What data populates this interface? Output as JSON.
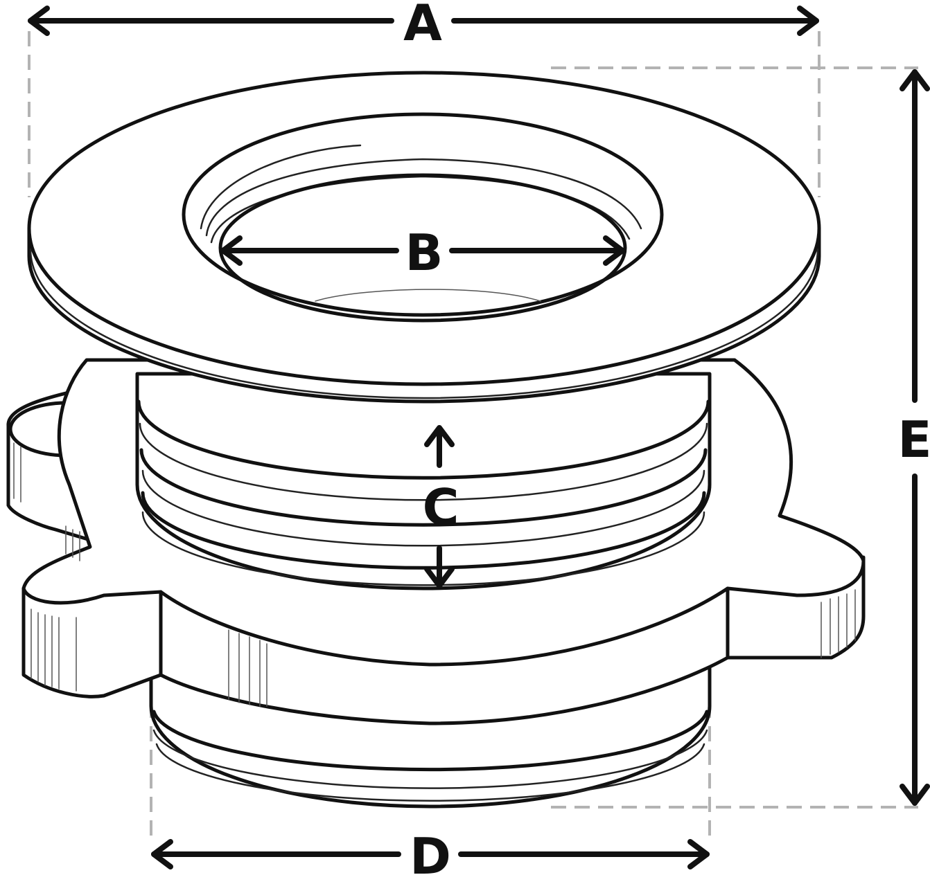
{
  "labels": {
    "a": "A",
    "b": "B",
    "c": "C",
    "d": "D",
    "e": "E"
  },
  "colors": {
    "line": "#111111",
    "dimension_guide": "#b3b3b3",
    "background": "#ffffff"
  }
}
